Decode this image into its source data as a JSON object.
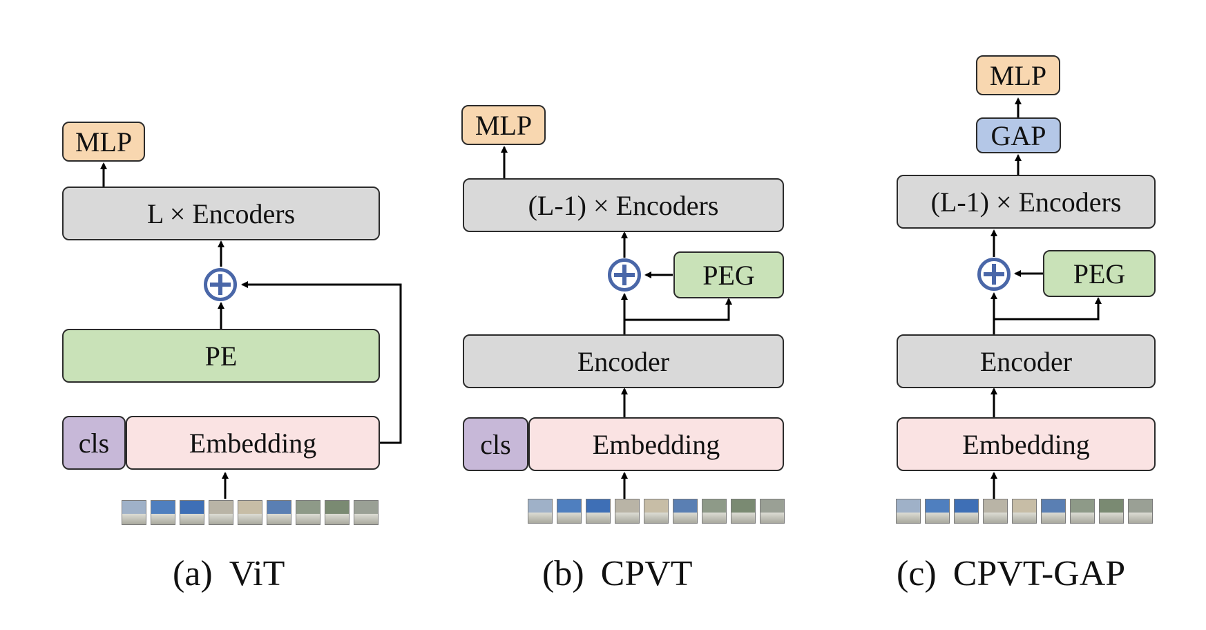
{
  "colors": {
    "mlp": "#f8d7b0",
    "encoder": "#d9d9d9",
    "pe": "#c9e2b8",
    "cls": "#c7b8d8",
    "embedding": "#fae3e3",
    "gap": "#b4c7e7",
    "plus": "#4a67a8",
    "patch_palette": [
      "#9fb1c8",
      "#4f7fbf",
      "#3e6fb6",
      "#b9b4a6",
      "#c7bda6",
      "#5a7fb3",
      "#8e9a88",
      "#7a8a72",
      "#9aa095"
    ]
  },
  "diagrams": {
    "vit": {
      "caption_tag": "(a)",
      "caption_name": "ViT",
      "mlp": "MLP",
      "encoders": "L × Encoders",
      "pe": "PE",
      "cls": "cls",
      "embedding": "Embedding",
      "plus_icon": "plus-circle-icon",
      "patch_icon": "image-patch-icon"
    },
    "cpvt": {
      "caption_tag": "(b)",
      "caption_name": "CPVT",
      "mlp": "MLP",
      "encoders": "(L-1) × Encoders",
      "peg": "PEG",
      "encoder": "Encoder",
      "cls": "cls",
      "embedding": "Embedding",
      "plus_icon": "plus-circle-icon",
      "patch_icon": "image-patch-icon"
    },
    "cpvt_gap": {
      "caption_tag": "(c)",
      "caption_name": "CPVT-GAP",
      "mlp": "MLP",
      "gap": "GAP",
      "encoders": "(L-1) × Encoders",
      "peg": "PEG",
      "encoder": "Encoder",
      "embedding": "Embedding",
      "plus_icon": "plus-circle-icon",
      "patch_icon": "image-patch-icon"
    }
  }
}
